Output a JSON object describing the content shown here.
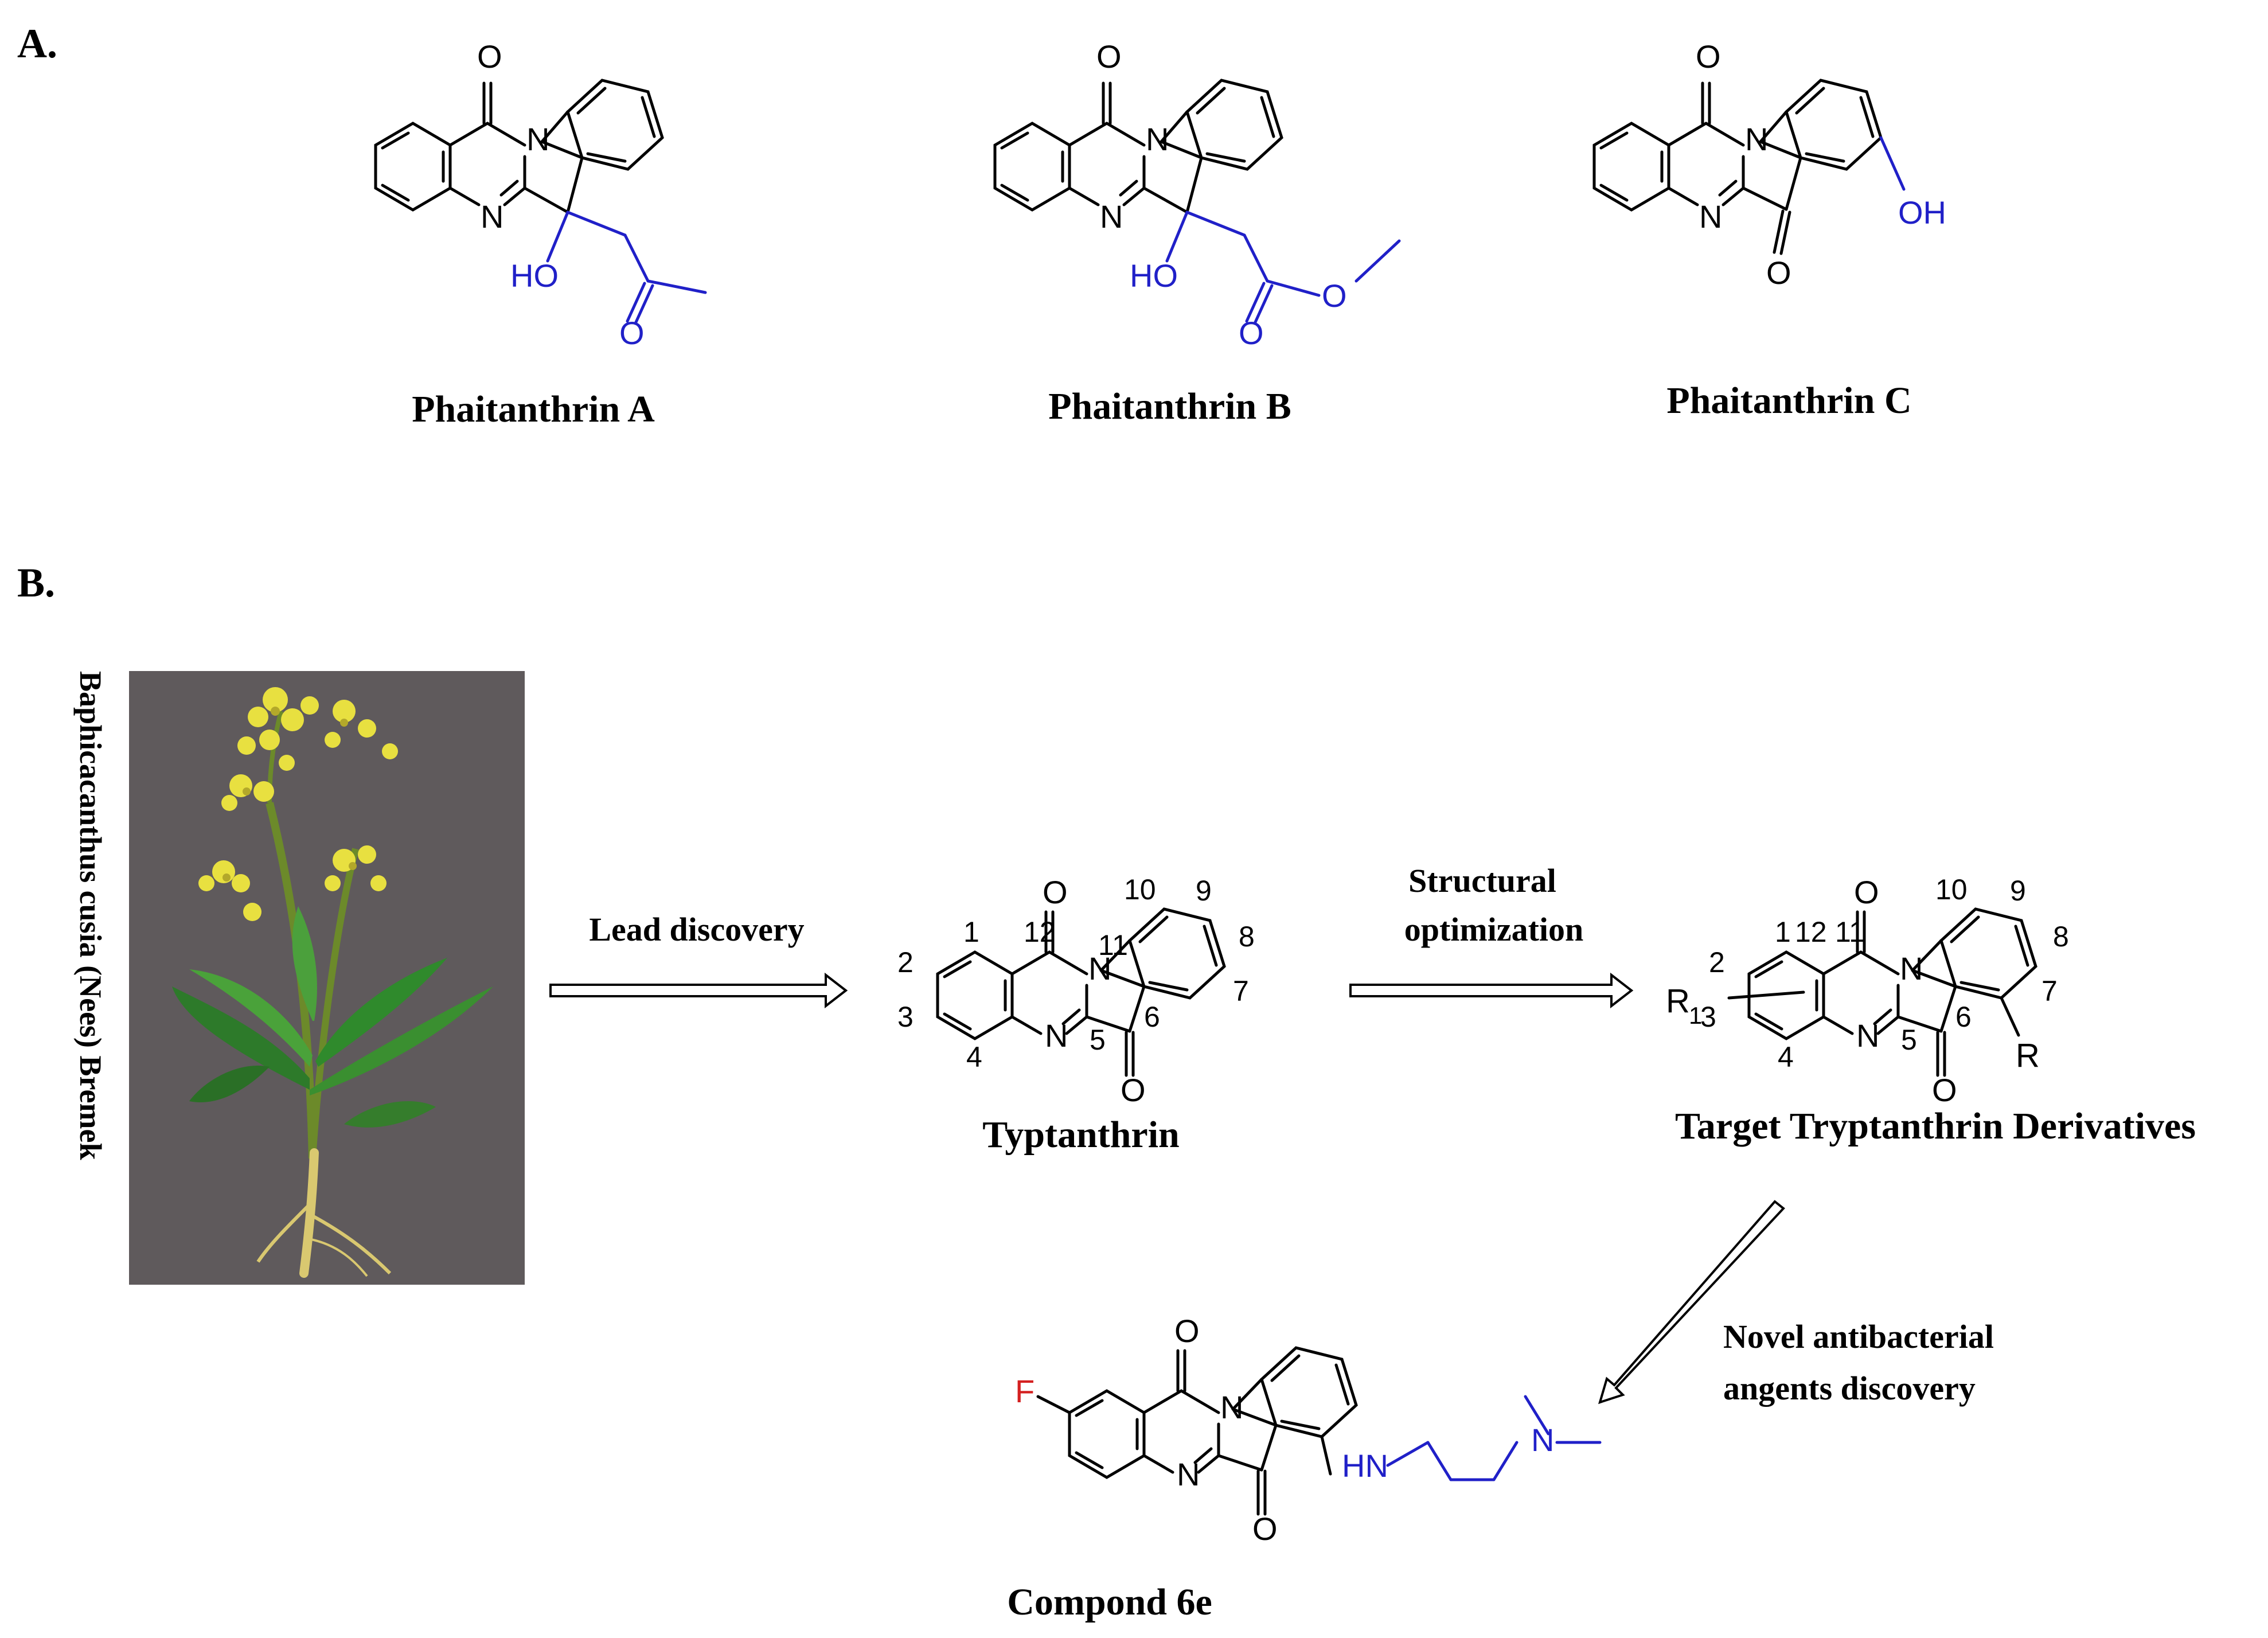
{
  "panels": {
    "a_label": "A.",
    "b_label": "B."
  },
  "compounds": {
    "phaitanthrin_a": "Phaitanthrin A",
    "phaitanthrin_b": "Phaitanthrin B",
    "phaitanthrin_c": "Phaitanthrin C",
    "typtanthrin": "Typtanthrin",
    "target": "Target Tryptanthrin Derivatives",
    "compound_6e": "Compond 6e"
  },
  "plant": {
    "name": "Baphicacanthus cusia (Nees) Bremek"
  },
  "arrows": {
    "lead": "Lead discovery",
    "structural_1": "Structural",
    "structural_2": "optimization",
    "novel_1": "Novel antibacterial",
    "novel_2": "angents discovery"
  },
  "atoms": {
    "O": "O",
    "N": "N",
    "HO": "HO",
    "OH": "OH",
    "F": "F",
    "HN": "HN",
    "R": "R",
    "R1": "R",
    "R1_sub": "1"
  },
  "ring_numbers": [
    "1",
    "2",
    "3",
    "4",
    "5",
    "6",
    "7",
    "8",
    "9",
    "10",
    "11",
    "12"
  ],
  "colors": {
    "substituent": "#2020c8",
    "fluorine": "#d42020",
    "plant_bg": "#5f5a5c"
  }
}
